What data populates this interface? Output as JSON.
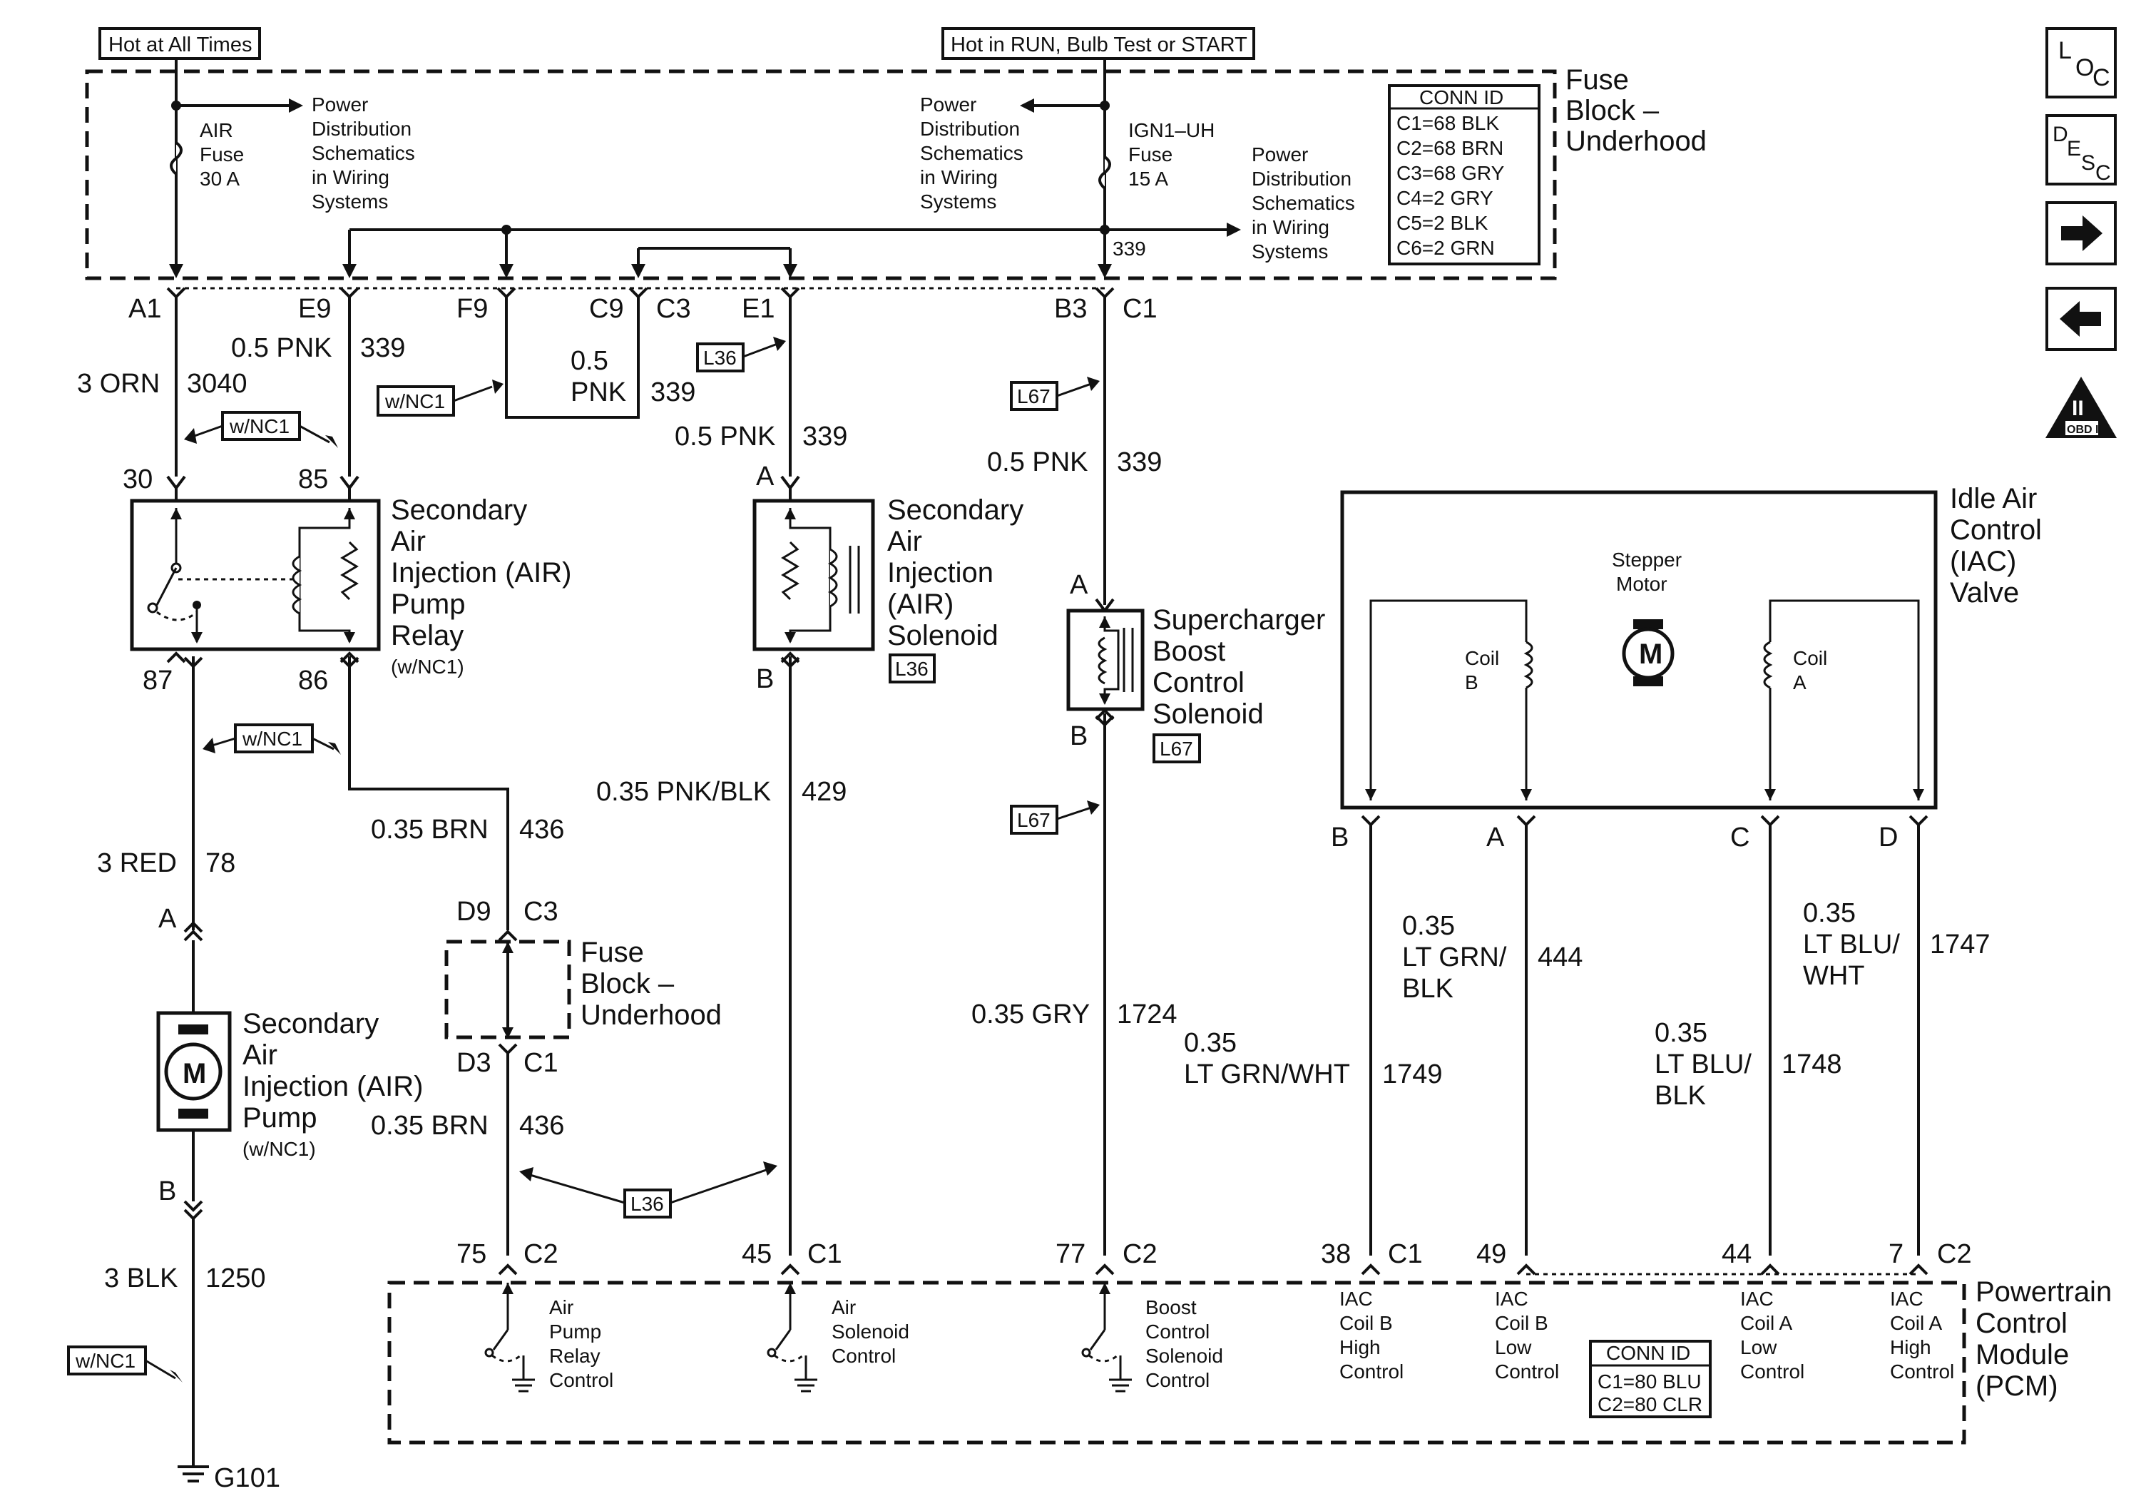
{
  "header": {
    "hot_always": "Hot at All Times",
    "hot_run": "Hot in RUN, Bulb Test or START"
  },
  "fuse_block": {
    "title_l1": "Fuse",
    "title_l2": "Block –",
    "title_l3": "Underhood",
    "air_fuse": [
      "AIR",
      "Fuse",
      "30 A"
    ],
    "ign_fuse": [
      "IGN1–UH",
      "Fuse",
      "15 A"
    ],
    "pds_left": [
      "Power",
      "Distribution",
      "Schematics",
      "in Wiring",
      "Systems"
    ],
    "pds_mid": [
      "Power",
      "Distribution",
      "Schematics",
      "in Wiring",
      "Systems"
    ],
    "pds_right": [
      "Power",
      "Distribution",
      "Schematics",
      "in Wiring",
      "Systems"
    ],
    "wire_339": "339",
    "conn_id_title": "CONN ID",
    "conn_ids": [
      "C1=68 BLK",
      "C2=68 BRN",
      "C3=68 GRY",
      "C4=2 GRY",
      "C5=2 BLK",
      "C6=2 GRN"
    ]
  },
  "pins_top": {
    "a1": "A1",
    "e9": "E9",
    "f9": "F9",
    "c9": "C9",
    "c3": "C3",
    "e1": "E1",
    "b3": "B3",
    "c1": "C1"
  },
  "wires": {
    "orn": "3 ORN",
    "orn_num": "3040",
    "pnk_e9": "0.5 PNK",
    "pnk_e9_num": "339",
    "pnk_f9_a": "0.5",
    "pnk_f9_b": "PNK",
    "pnk_f9_num": "339",
    "pnk_e1": "0.5 PNK",
    "pnk_e1_num": "339",
    "pnk_b3": "0.5 PNK",
    "pnk_b3_num": "339",
    "red": "3 RED",
    "red_num": "78",
    "brn1": "0.35 BRN",
    "brn1_num": "436",
    "brn2": "0.35 BRN",
    "brn2_num": "436",
    "pnkblk": "0.35 PNK/BLK",
    "pnkblk_num": "429",
    "gry": "0.35 GRY",
    "gry_num": "1724",
    "ltgrnwht_a": "0.35",
    "ltgrnwht_b": "LT GRN/WHT",
    "ltgrnwht_num": "1749",
    "ltgrnblk_a": "0.35",
    "ltgrnblk_b": "LT GRN/",
    "ltgrnblk_c": "BLK",
    "ltgrnblk_num": "444",
    "ltblublk_a": "0.35",
    "ltblublk_b": "LT BLU/",
    "ltblublk_c": "BLK",
    "ltblublk_num": "1748",
    "ltbluwht_a": "0.35",
    "ltbluwht_b": "LT BLU/",
    "ltbluwht_c": "WHT",
    "ltbluwht_num": "1747",
    "blk": "3 BLK",
    "blk_num": "1250"
  },
  "options": {
    "wnc1": "w/NC1",
    "l36": "L36",
    "l67": "L67"
  },
  "relay": {
    "pin30": "30",
    "pin85": "85",
    "pin87": "87",
    "pin86": "86",
    "name": [
      "Secondary",
      "Air",
      "Injection (AIR)",
      "Pump",
      "Relay"
    ],
    "note": "(w/NC1)"
  },
  "air_solenoid": {
    "pin_a": "A",
    "pin_b": "B",
    "name": [
      "Secondary",
      "Air",
      "Injection",
      "(AIR)",
      "Solenoid"
    ]
  },
  "boost_solenoid": {
    "pin_a": "A",
    "pin_b": "B",
    "name": [
      "Supercharger",
      "Boost",
      "Control",
      "Solenoid"
    ]
  },
  "iac": {
    "name": [
      "Idle Air",
      "Control",
      "(IAC)",
      "Valve"
    ],
    "stepper": [
      "Stepper",
      "Motor"
    ],
    "coil_b": [
      "Coil",
      "B"
    ],
    "coil_a": [
      "Coil",
      "A"
    ],
    "motor": "M",
    "pins": [
      "B",
      "A",
      "C",
      "D"
    ]
  },
  "pump": {
    "pin_a": "A",
    "pin_b": "B",
    "motor": "M",
    "name": [
      "Secondary",
      "Air",
      "Injection (AIR)",
      "Pump"
    ],
    "note": "(w/NC1)"
  },
  "fuse_block_lower": {
    "name": [
      "Fuse",
      "Block –",
      "Underhood"
    ],
    "d9": "D9",
    "c3": "C3",
    "d3": "D3",
    "c1": "C1"
  },
  "pcm": {
    "name": [
      "Powertrain",
      "Control",
      "Module",
      "(PCM)"
    ],
    "pins": [
      {
        "num": "75",
        "conn": "C2"
      },
      {
        "num": "45",
        "conn": "C1"
      },
      {
        "num": "77",
        "conn": "C2"
      },
      {
        "num": "38",
        "conn": "C1"
      },
      {
        "num": "49",
        "conn": ""
      },
      {
        "num": "44",
        "conn": ""
      },
      {
        "num": "7",
        "conn": "C2"
      }
    ],
    "funcs": {
      "air_pump": [
        "Air",
        "Pump",
        "Relay",
        "Control"
      ],
      "air_sol": [
        "Air",
        "Solenoid",
        "Control"
      ],
      "boost": [
        "Boost",
        "Control",
        "Solenoid",
        "Control"
      ],
      "iac_bh": [
        "IAC",
        "Coil B",
        "High",
        "Control"
      ],
      "iac_bl": [
        "IAC",
        "Coil B",
        "Low",
        "Control"
      ],
      "iac_al": [
        "IAC",
        "Coil A",
        "Low",
        "Control"
      ],
      "iac_ah": [
        "IAC",
        "Coil A",
        "High",
        "Control"
      ]
    },
    "conn_id_title": "CONN ID",
    "conn_ids": [
      "C1=80 BLU",
      "C2=80 CLR"
    ]
  },
  "ground": "G101",
  "nav": {
    "loc": [
      "L",
      "O",
      "C"
    ],
    "desc": [
      "D",
      "E",
      "S",
      "C"
    ],
    "obd_top": "II",
    "obd_bottom": "OBD II"
  }
}
